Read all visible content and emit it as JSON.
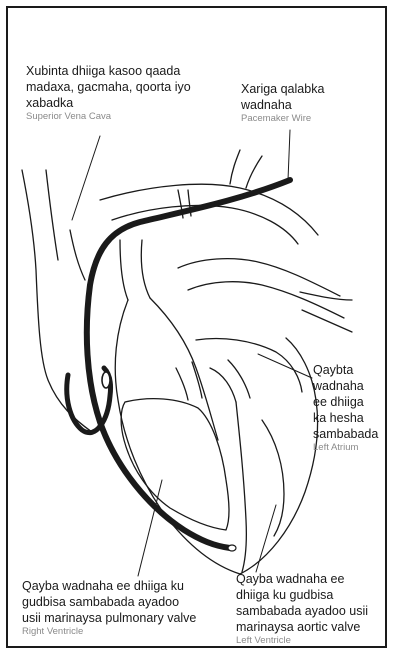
{
  "labels": {
    "svc": {
      "so_lines": [
        "Xubinta dhiiga kasoo qaada",
        "madaxa, gacmaha, qoorta iyo",
        "xabadka"
      ],
      "en": "Superior Vena Cava"
    },
    "wire": {
      "so_lines": [
        "Xariga qalabka",
        "wadnaha"
      ],
      "en": "Pacemaker Wire"
    },
    "la": {
      "so_lines": [
        "Qaybta",
        "wadnaha",
        "ee dhiiga",
        "ka hesha",
        "sambabada"
      ],
      "en": "Left Atrium"
    },
    "rv": {
      "so_lines": [
        "Qayba wadnaha ee dhiiga ku",
        "gudbisa sambabada ayadoo",
        "usii marinaysa pulmonary valve"
      ],
      "en": "Right Ventricle"
    },
    "lv": {
      "so_lines": [
        "Qayba wadnaha ee",
        "dhiiga ku gudbisa",
        "sambabada ayadoo usii",
        "marinaysa aortic valve"
      ],
      "en": "Left Ventricle"
    }
  }
}
